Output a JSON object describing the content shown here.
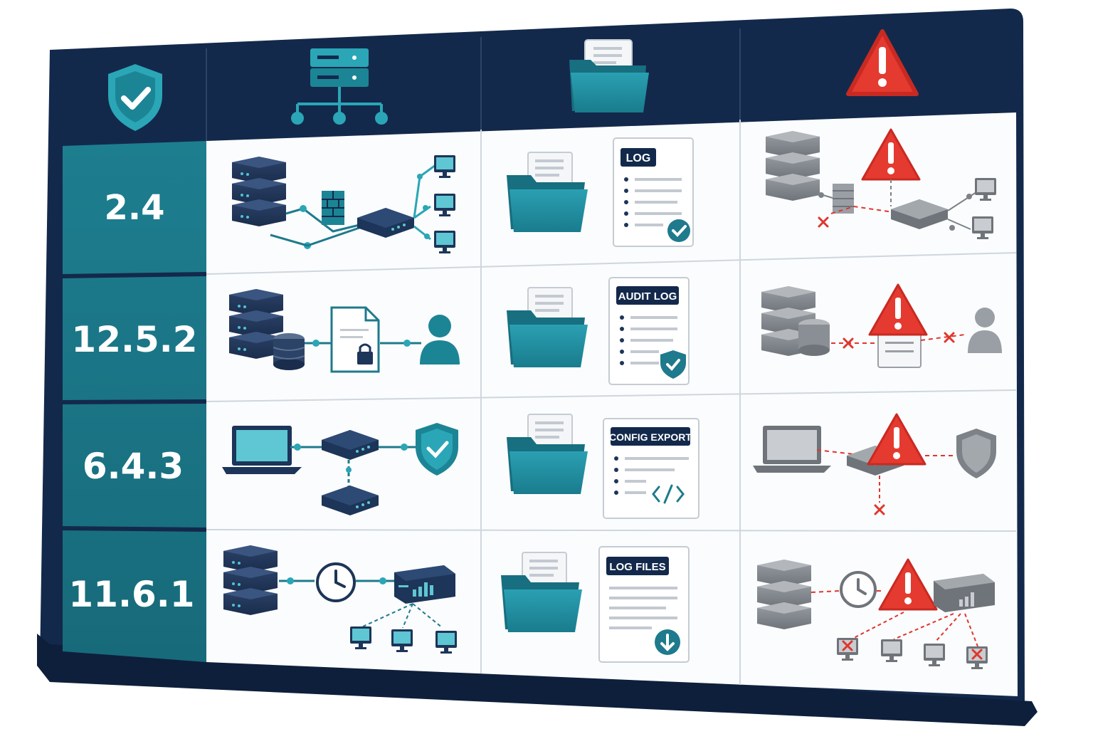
{
  "matrix": {
    "header": {
      "col_shield_icon": "shield-check-icon",
      "col_network_icon": "server-network-icon",
      "col_files_icon": "folder-files-icon",
      "col_alert_icon": "warning-triangle-icon"
    },
    "rows": [
      {
        "version": "2.4",
        "doc_label": "LOG"
      },
      {
        "version": "12.5.2",
        "doc_label": "AUDIT LOG"
      },
      {
        "version": "6.4.3",
        "doc_label": "CONFIG EXPORT"
      },
      {
        "version": "11.6.1",
        "doc_label": "LOG FILES"
      }
    ]
  },
  "colors": {
    "navy": "#13294b",
    "teal": "#1e7a8c",
    "teal_light": "#2fa5b5",
    "alert_red": "#e0362c",
    "grey": "#7d8288"
  }
}
